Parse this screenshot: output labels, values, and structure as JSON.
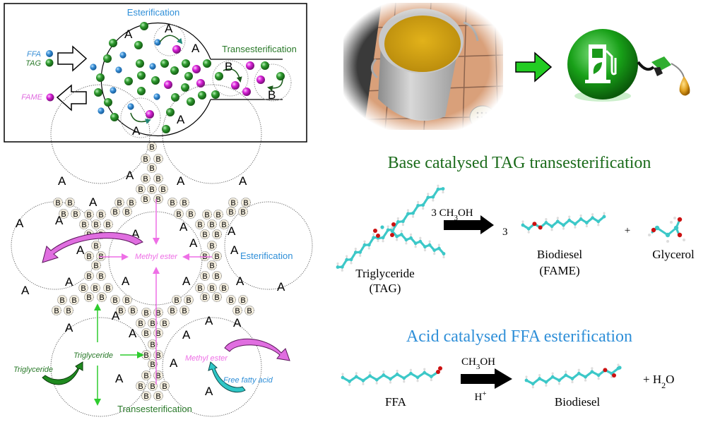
{
  "top_panel": {
    "title_esterification": "Esterification",
    "title_transesterification": "Transesterification",
    "legend": [
      {
        "label": "FFA",
        "color": "#3a8fd6"
      },
      {
        "label": "TAG",
        "color": "#2e9a2e"
      },
      {
        "label": "FAME",
        "color": "#d61fd6"
      }
    ],
    "site_acid": "A",
    "site_base": "B"
  },
  "pore_diagram": {
    "site_acid": "A",
    "site_base": "B",
    "label_methyl_ester_center": "Methyl ester",
    "label_esterification": "Esterification",
    "label_triglyceride_center": "Triglyceride",
    "label_triglyceride_left": "Triglyceride",
    "label_methyl_ester_right": "Methyl ester",
    "label_free_fatty_acid": "Free fatty acid",
    "label_transesterification": "Transesterification"
  },
  "images": {
    "waste_oil_pot": "waste-cooking-oil-pot",
    "biofuel_pump": "green-biofuel-pump-icon"
  },
  "base_reaction": {
    "title": "Base catalysed TAG transesterification",
    "reagent": "3 CH",
    "reagent_sub": "3",
    "reagent_tail": "OH",
    "coefficient": "3",
    "plus": "+",
    "reactant_label": "Triglyceride",
    "reactant_abbrev": "(TAG)",
    "product_label": "Biodiesel",
    "product_abbrev": "(FAME)",
    "byproduct_label": "Glycerol"
  },
  "acid_reaction": {
    "title": "Acid catalysed FFA esterification",
    "reagent": "CH",
    "reagent_sub": "3",
    "reagent_tail": "OH",
    "catalyst": "H",
    "catalyst_sup": "+",
    "reactant_label": "FFA",
    "product_label": "Biodiesel",
    "byproduct_prefix": "+ H",
    "byproduct_sub": "2",
    "byproduct_tail": "O"
  },
  "colors": {
    "ffa_blue": "#3a8fd6",
    "tag_green": "#2e9a2e",
    "fame_magenta": "#d61fd6",
    "title_green": "#1b6b1b",
    "title_blue": "#2f8fd8",
    "arrow_green": "#2ecc2e",
    "arrow_pink": "#ee6fe6",
    "carbon_cyan": "#3cc8c8",
    "oxygen_red": "#cc1111"
  }
}
